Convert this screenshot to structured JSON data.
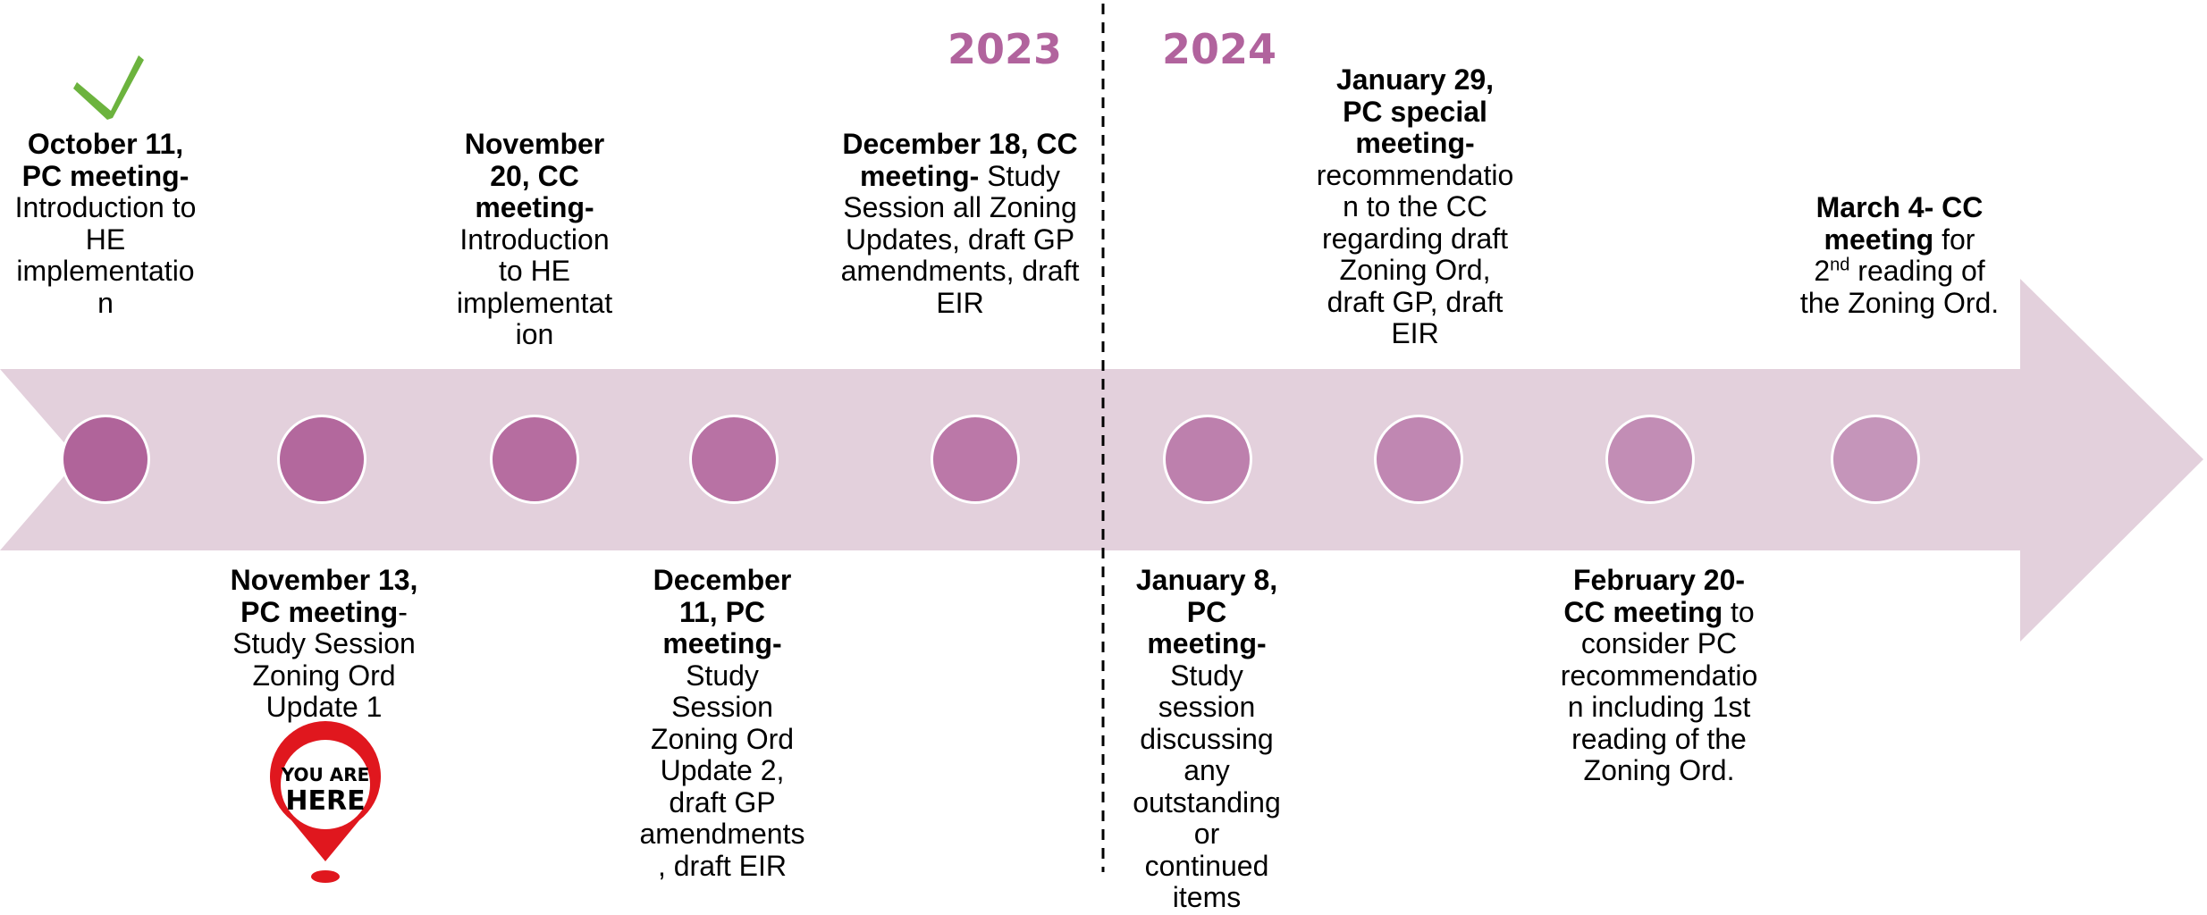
{
  "colors": {
    "arrow": "#e3d0dc",
    "year": "#b1639d",
    "check": "#6cb33e",
    "pin": "#e0171e",
    "divider": "#000000",
    "nodes": [
      "#b0649a",
      "#b3689d",
      "#b66da0",
      "#b872a4",
      "#bb78a8",
      "#bd80ad",
      "#c087b2",
      "#c28db5",
      "#c595ba"
    ]
  },
  "years": {
    "left": "2023",
    "right": "2024"
  },
  "icons": {
    "done": "check-icon",
    "current": "location-pin-icon"
  },
  "pin_text": {
    "line1": "YOU ARE",
    "line2": "HERE"
  },
  "events": [
    {
      "head": "October 11, PC meeting-",
      "body": "Introduction to HE implementation"
    },
    {
      "head": "November 13, PC meeting",
      "mid": "-",
      "body": "Study Session Zoning Ord Update 1"
    },
    {
      "head": "November 20, CC meeting-",
      "body": "Introduction to HE implementation"
    },
    {
      "head": "December 11, PC meeting-",
      "body": "Study Session Zoning Ord Update 2, draft GP amendments, draft EIR"
    },
    {
      "head": "December 18, CC meeting-",
      "body": "Study Session all Zoning Updates, draft GP amendments, draft EIR"
    },
    {
      "head": "January 8, PC meeting-",
      "body": "Study session discussing any outstanding or continued items"
    },
    {
      "head": "January 29, PC special meeting-",
      "body": "recommendation to the CC regarding draft Zoning Ord, draft GP, draft EIR"
    },
    {
      "head": "February 20- CC meeting",
      "body": "to consider PC recommendation including 1st reading of the Zoning Ord."
    },
    {
      "head1": "March 4- CC",
      "head2": "meeting",
      "body1": " for",
      "body2a": "2",
      "body2sup": "nd",
      "body2b": " reading of the Zoning Ord."
    }
  ]
}
